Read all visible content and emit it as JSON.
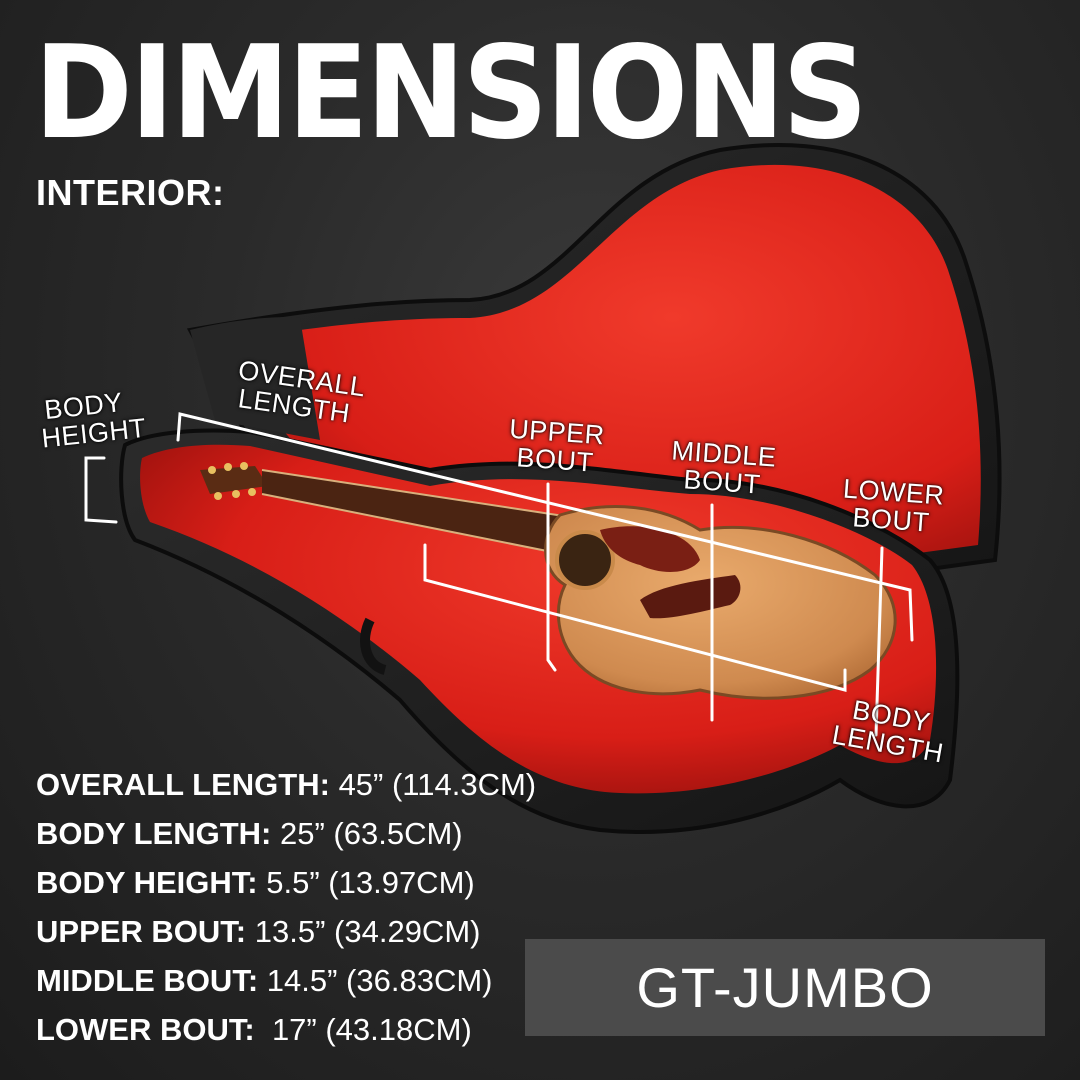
{
  "header": {
    "title": "DIMENSIONS",
    "subtitle": "INTERIOR:"
  },
  "callouts": {
    "body_height": [
      "BODY",
      "HEIGHT"
    ],
    "overall_length": [
      "OVERALL",
      "LENGTH"
    ],
    "upper_bout": [
      "UPPER",
      "BOUT"
    ],
    "middle_bout": [
      "MIDDLE",
      "BOUT"
    ],
    "lower_bout": [
      "LOWER",
      "BOUT"
    ],
    "body_length": [
      "BODY",
      "LENGTH"
    ]
  },
  "specs": [
    {
      "label": "OVERALL LENGTH:",
      "value": "45” (114.3CM)"
    },
    {
      "label": "BODY LENGTH:",
      "value": "25” (63.5CM)"
    },
    {
      "label": "BODY HEIGHT:",
      "value": "5.5” (13.97CM)"
    },
    {
      "label": "UPPER BOUT:",
      "value": "13.5” (34.29CM)"
    },
    {
      "label": "MIDDLE BOUT:",
      "value": "14.5” (36.83CM)"
    },
    {
      "label": "LOWER BOUT:",
      "value": " 17” (43.18CM)"
    }
  ],
  "model": "GT-JUMBO",
  "colors": {
    "background": "#262626",
    "case_shell": "#1f1f1f",
    "case_lining": "#e0231b",
    "guitar_top": "#d8955a",
    "model_box": "#4b4b4b",
    "text": "#ffffff"
  }
}
